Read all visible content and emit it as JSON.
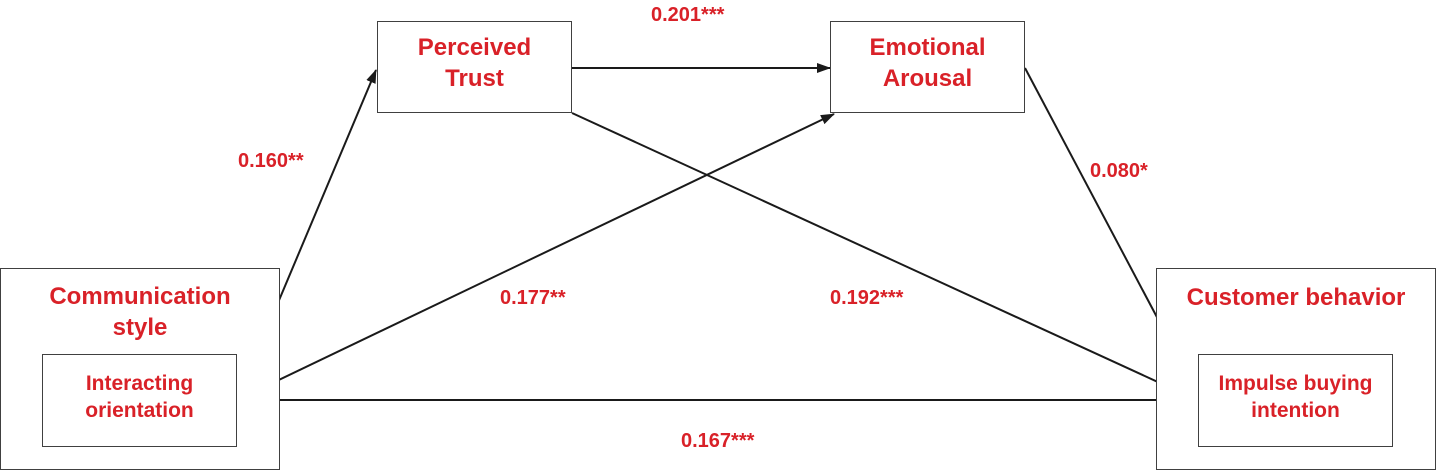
{
  "nodes": {
    "perceived_trust": {
      "line1": "Perceived",
      "line2": "Trust"
    },
    "emotional_arousal": {
      "line1": "Emotional",
      "line2": "Arousal"
    },
    "communication_style": {
      "line1": "Communication",
      "line2": "style"
    },
    "interacting_orientation": {
      "line1": "Interacting",
      "line2": "orientation"
    },
    "customer_behavior": {
      "title": "Customer behavior"
    },
    "impulse_buying_intention": {
      "line1": "Impulse buying",
      "line2": "intention"
    }
  },
  "paths": {
    "trust_to_arousal": "0.201***",
    "orientation_to_trust": "0.160**",
    "arousal_to_impulse": "0.080*",
    "orientation_to_arousal": "0.177**",
    "trust_to_impulse": "0.192***",
    "orientation_to_impulse": "0.167***"
  },
  "colors": {
    "label": "#d92128",
    "line": "#1a1a1a",
    "border": "#404040"
  }
}
